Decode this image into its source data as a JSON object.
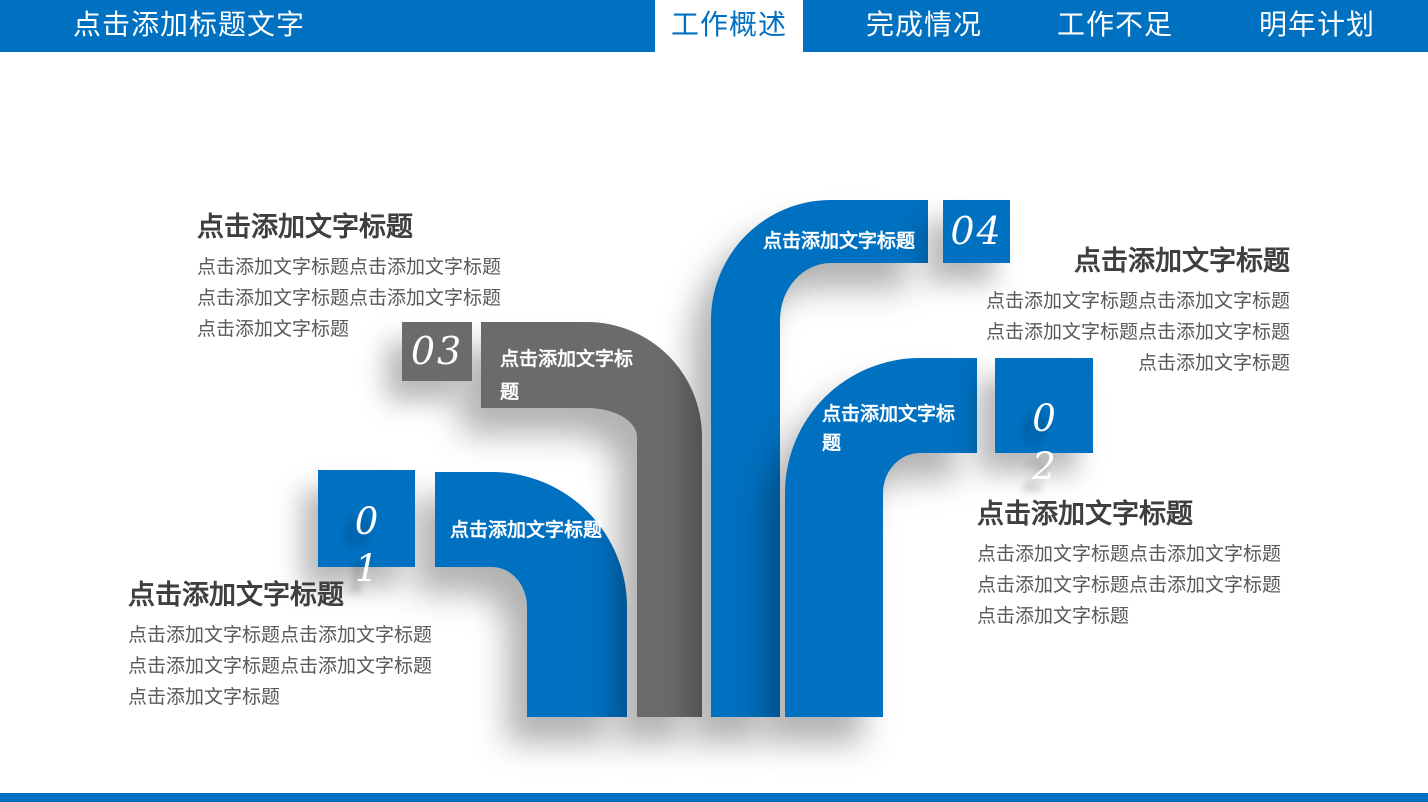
{
  "header": {
    "title": "点击添加标题文字",
    "tabs": [
      {
        "label": "工作概述",
        "active": true
      },
      {
        "label": "完成情况",
        "active": false
      },
      {
        "label": "工作不足",
        "active": false
      },
      {
        "label": "明年计划",
        "active": false
      }
    ]
  },
  "colors": {
    "primary_blue": "#0070C0",
    "pipe_gray": "#6B6B6B",
    "title_text": "#3F3F3F",
    "body_text": "#595959"
  },
  "diagram": {
    "steps": [
      {
        "id": "01",
        "digits": [
          "0",
          "1"
        ],
        "pipe_label": "点击添加文字标题",
        "color": "#0070C0"
      },
      {
        "id": "02",
        "digits": [
          "0",
          "2"
        ],
        "pipe_label": "点击添加文字标题",
        "color": "#0070C0"
      },
      {
        "id": "03",
        "number": "03",
        "pipe_label": "点击添加文字标题",
        "color": "#6B6B6B"
      },
      {
        "id": "04",
        "number": "04",
        "pipe_label": "点击添加文字标题",
        "color": "#0070C0"
      }
    ],
    "text_blocks": [
      {
        "position": "top-left",
        "title": "点击添加文字标题",
        "lines": [
          "点击添加文字标题点击添加文字标题",
          "点击添加文字标题点击添加文字标题",
          "点击添加文字标题"
        ]
      },
      {
        "position": "top-right",
        "title": "点击添加文字标题",
        "lines": [
          "点击添加文字标题点击添加文字标题",
          "点击添加文字标题点击添加文字标题",
          "点击添加文字标题"
        ]
      },
      {
        "position": "bottom-left",
        "title": "点击添加文字标题",
        "lines": [
          "点击添加文字标题点击添加文字标题",
          "点击添加文字标题点击添加文字标题",
          "点击添加文字标题"
        ]
      },
      {
        "position": "bottom-right",
        "title": "点击添加文字标题",
        "lines": [
          "点击添加文字标题点击添加文字标题",
          "点击添加文字标题点击添加文字标题",
          "点击添加文字标题"
        ]
      }
    ]
  }
}
